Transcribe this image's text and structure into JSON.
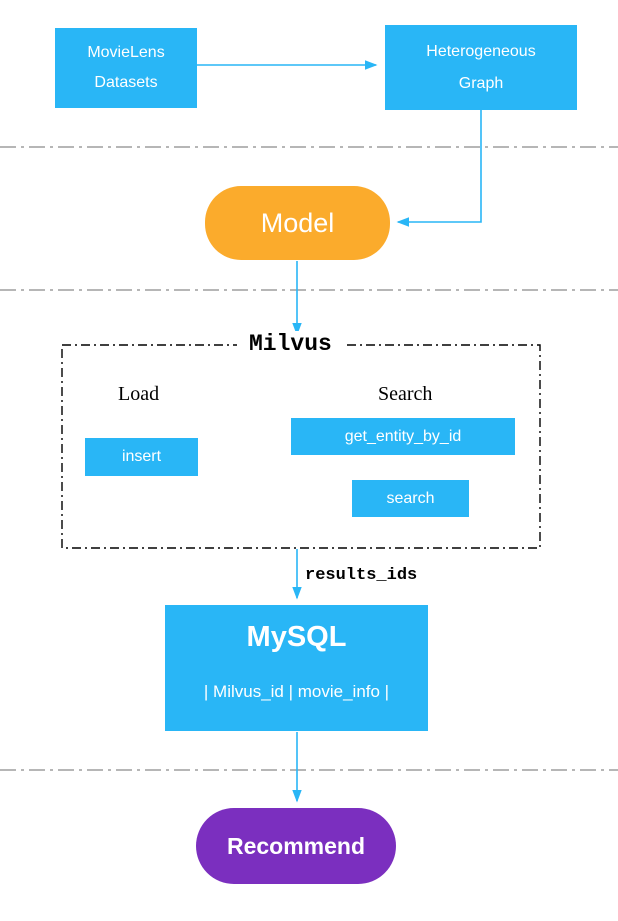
{
  "diagram": {
    "movielens": {
      "line1": "MovieLens",
      "line2": "Datasets"
    },
    "heterogeneous_graph": {
      "line1": "Heterogeneous",
      "line2": "Graph"
    },
    "model": {
      "label": "Model"
    },
    "milvus": {
      "title": "Milvus",
      "load_section_label": "Load",
      "search_section_label": "Search",
      "insert_label": "insert",
      "get_entity_by_id_label": "get_entity_by_id",
      "search_action_label": "search"
    },
    "results_edge_label": "results_ids",
    "mysql": {
      "title": "MySQL",
      "schema_row": "| Milvus_id | movie_info |"
    },
    "recommend": {
      "label": "Recommend"
    },
    "colors": {
      "node_blue": "#29b6f6",
      "model_orange": "#fbab2c",
      "recommend_purple": "#7b2fbf",
      "arrow_blue": "#29b6f6",
      "divider_gray": "#9e9e9e",
      "milvus_border": "#000000"
    }
  }
}
